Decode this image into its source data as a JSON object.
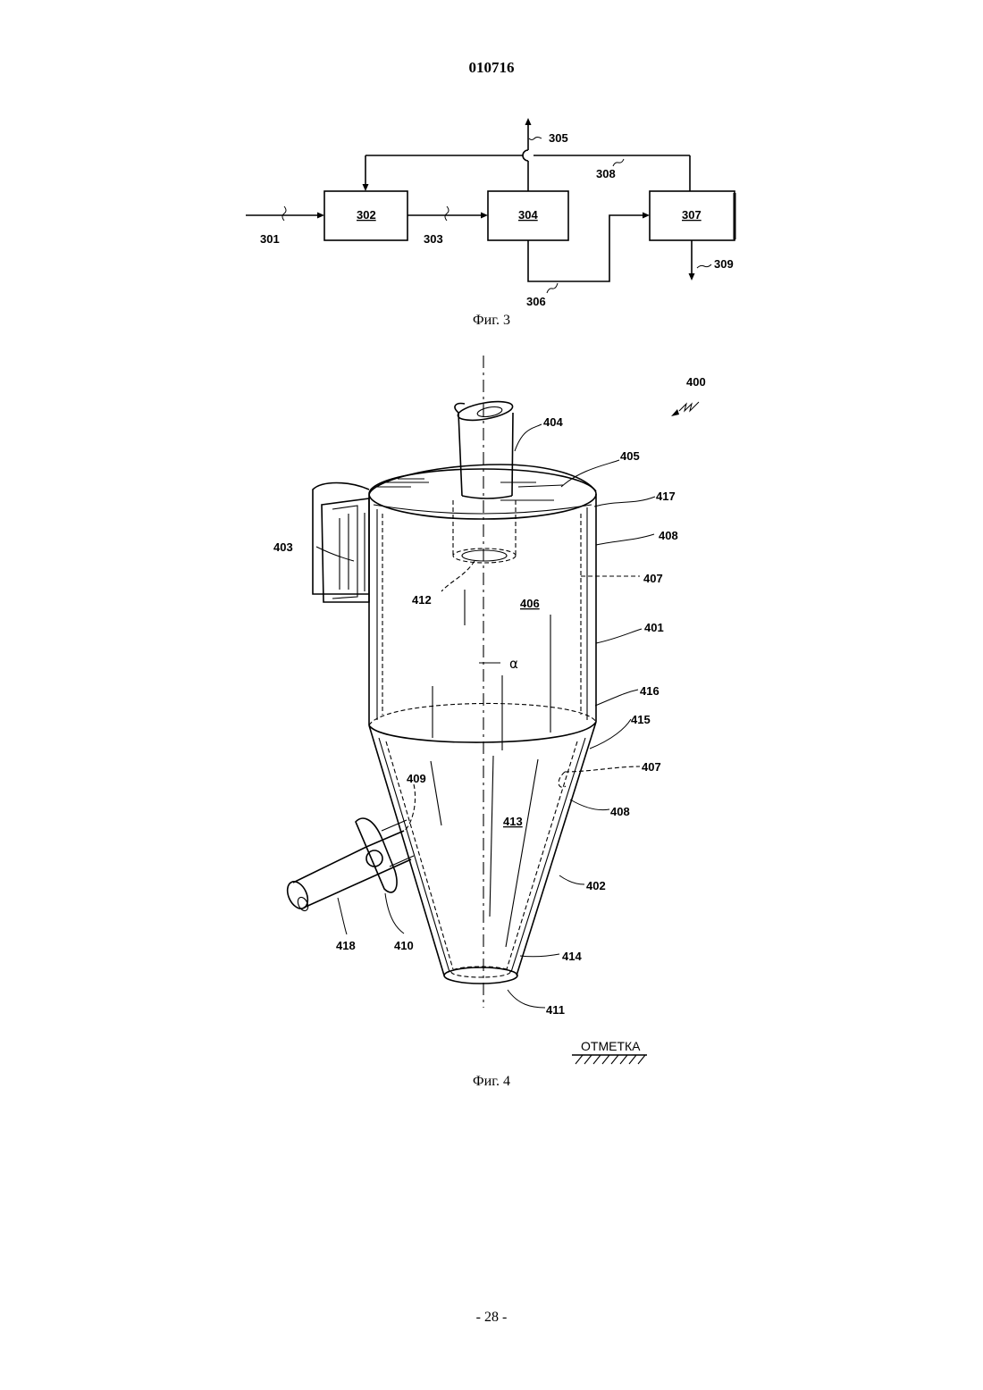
{
  "header": {
    "doc_number": "010716"
  },
  "fig3": {
    "caption": "Фиг. 3",
    "boxes": {
      "b302": "302",
      "b304": "304",
      "b307": "307"
    },
    "streams": {
      "s301": "301",
      "s303": "303",
      "s305": "305",
      "s306": "306",
      "s308": "308",
      "s309": "309"
    }
  },
  "fig4": {
    "caption": "Фиг. 4",
    "labels": {
      "l400": "400",
      "l401": "401",
      "l402": "402",
      "l403": "403",
      "l404": "404",
      "l405": "405",
      "l406": "406",
      "l407a": "407",
      "l407b": "407",
      "l408a": "408",
      "l408b": "408",
      "l409": "409",
      "l410": "410",
      "l411": "411",
      "l412": "412",
      "l413": "413",
      "l414": "414",
      "l415": "415",
      "l416": "416",
      "l417": "417",
      "l418": "418",
      "alpha": "α"
    },
    "ground_label": "ОТМЕТКА"
  },
  "footer": {
    "page_number": "- 28 -"
  }
}
